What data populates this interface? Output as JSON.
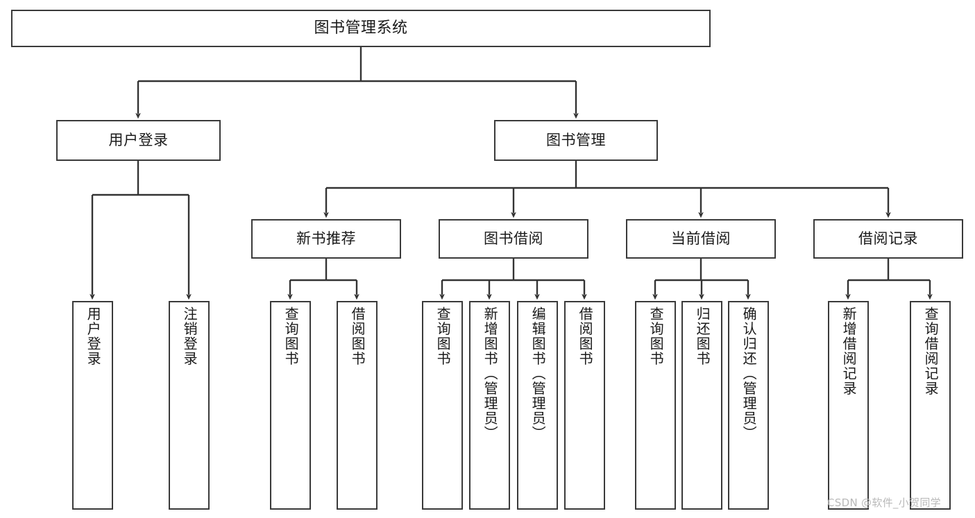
{
  "diagram": {
    "type": "hierarchy-tree",
    "title": "图书管理系统",
    "orientation": "top-down",
    "levels": 4,
    "style": {
      "background": "#ffffff",
      "box_border": "#3a3a3a",
      "box_fill": "#ffffff",
      "connector": "#333333",
      "text": "#1a1a1a"
    },
    "root": {
      "label": "图书管理系统"
    },
    "level2": [
      {
        "label": "用户登录"
      },
      {
        "label": "图书管理"
      }
    ],
    "level3": [
      {
        "label": "新书推荐"
      },
      {
        "label": "图书借阅"
      },
      {
        "label": "当前借阅"
      },
      {
        "label": "借阅记录"
      }
    ],
    "leaves": {
      "user_login": [
        {
          "label": "用户登录"
        },
        {
          "label": "注销登录"
        }
      ],
      "new_book_recommend": [
        {
          "label": "查询图书"
        },
        {
          "label": "借阅图书"
        }
      ],
      "book_borrow": [
        {
          "label": "查询图书"
        },
        {
          "label": "新增图书（管理员）"
        },
        {
          "label": "编辑图书（管理员）"
        },
        {
          "label": "借阅图书"
        }
      ],
      "current_borrow": [
        {
          "label": "查询图书"
        },
        {
          "label": "归还图书"
        },
        {
          "label": "确认归还（管理员）"
        }
      ],
      "borrow_records": [
        {
          "label": "新增借阅记录"
        },
        {
          "label": "查询借阅记录"
        }
      ]
    }
  },
  "watermark": {
    "text": "CSDN @软件_小贺同学"
  }
}
